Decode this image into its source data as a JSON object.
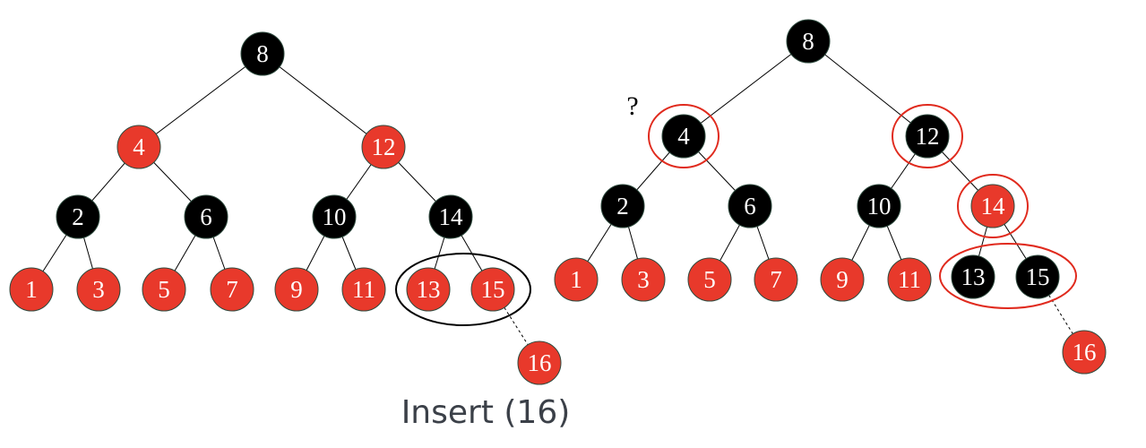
{
  "colors": {
    "red_node": "#e8392b",
    "black_node": "#000000",
    "node_border": "#2e4a3e",
    "edge": "#000000",
    "highlight_red": "#e02a1d",
    "highlight_black": "#000000",
    "caption_text": "#3b4048"
  },
  "caption": "Insert (16)",
  "question_mark": "?",
  "trees": [
    {
      "name": "before-fix",
      "nodes": [
        {
          "id": "8",
          "label": "8",
          "color": "black"
        },
        {
          "id": "4",
          "label": "4",
          "color": "red"
        },
        {
          "id": "12",
          "label": "12",
          "color": "red"
        },
        {
          "id": "2",
          "label": "2",
          "color": "black"
        },
        {
          "id": "6",
          "label": "6",
          "color": "black"
        },
        {
          "id": "10",
          "label": "10",
          "color": "black"
        },
        {
          "id": "14",
          "label": "14",
          "color": "black"
        },
        {
          "id": "1",
          "label": "1",
          "color": "red"
        },
        {
          "id": "3",
          "label": "3",
          "color": "red"
        },
        {
          "id": "5",
          "label": "5",
          "color": "red"
        },
        {
          "id": "7",
          "label": "7",
          "color": "red"
        },
        {
          "id": "9",
          "label": "9",
          "color": "red"
        },
        {
          "id": "11",
          "label": "11",
          "color": "red"
        },
        {
          "id": "13",
          "label": "13",
          "color": "red"
        },
        {
          "id": "15",
          "label": "15",
          "color": "red"
        },
        {
          "id": "16",
          "label": "16",
          "color": "red"
        }
      ],
      "edges": [
        [
          "8",
          "4"
        ],
        [
          "8",
          "12"
        ],
        [
          "4",
          "2"
        ],
        [
          "4",
          "6"
        ],
        [
          "12",
          "10"
        ],
        [
          "12",
          "14"
        ],
        [
          "2",
          "1"
        ],
        [
          "2",
          "3"
        ],
        [
          "6",
          "5"
        ],
        [
          "6",
          "7"
        ],
        [
          "10",
          "9"
        ],
        [
          "10",
          "11"
        ],
        [
          "14",
          "13"
        ],
        [
          "14",
          "15"
        ],
        [
          "15",
          "16",
          "dashed"
        ]
      ]
    },
    {
      "name": "after-recolor",
      "nodes": [
        {
          "id": "8",
          "label": "8",
          "color": "black"
        },
        {
          "id": "4",
          "label": "4",
          "color": "black"
        },
        {
          "id": "12",
          "label": "12",
          "color": "black"
        },
        {
          "id": "2",
          "label": "2",
          "color": "black"
        },
        {
          "id": "6",
          "label": "6",
          "color": "black"
        },
        {
          "id": "10",
          "label": "10",
          "color": "black"
        },
        {
          "id": "14",
          "label": "14",
          "color": "red"
        },
        {
          "id": "1",
          "label": "1",
          "color": "red"
        },
        {
          "id": "3",
          "label": "3",
          "color": "red"
        },
        {
          "id": "5",
          "label": "5",
          "color": "red"
        },
        {
          "id": "7",
          "label": "7",
          "color": "red"
        },
        {
          "id": "9",
          "label": "9",
          "color": "red"
        },
        {
          "id": "11",
          "label": "11",
          "color": "red"
        },
        {
          "id": "13",
          "label": "13",
          "color": "black"
        },
        {
          "id": "15",
          "label": "15",
          "color": "black"
        },
        {
          "id": "16",
          "label": "16",
          "color": "red"
        }
      ],
      "edges": [
        [
          "8",
          "4"
        ],
        [
          "8",
          "12"
        ],
        [
          "4",
          "2"
        ],
        [
          "4",
          "6"
        ],
        [
          "12",
          "10"
        ],
        [
          "12",
          "14"
        ],
        [
          "2",
          "1"
        ],
        [
          "2",
          "3"
        ],
        [
          "6",
          "5"
        ],
        [
          "6",
          "7"
        ],
        [
          "10",
          "9"
        ],
        [
          "10",
          "11"
        ],
        [
          "14",
          "13"
        ],
        [
          "14",
          "15"
        ],
        [
          "15",
          "16",
          "dashed"
        ]
      ]
    }
  ]
}
